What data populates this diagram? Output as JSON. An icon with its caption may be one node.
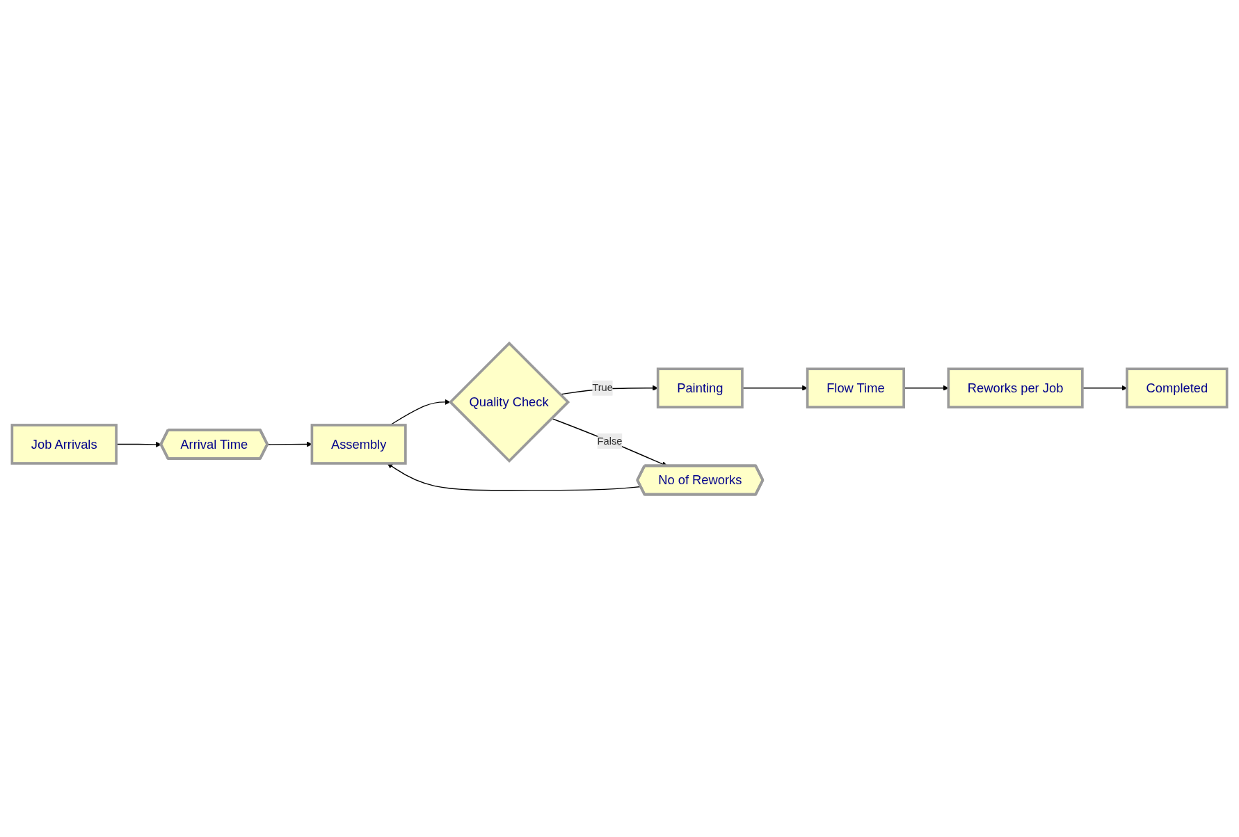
{
  "diagram": {
    "nodes": [
      {
        "text": [
          "Job Arrivals"
        ]
      },
      {
        "text": [
          "Arrival Time"
        ]
      },
      {
        "text": [
          "Assembly"
        ]
      },
      {
        "text": [
          "Quality Check"
        ]
      },
      {
        "text": [
          "Painting"
        ]
      },
      {
        "text": [
          "No of Reworks"
        ]
      },
      {
        "text": [
          "Flow Time"
        ]
      },
      {
        "text": [
          "Reworks per Job"
        ]
      },
      {
        "text": [
          "Completed"
        ]
      }
    ],
    "edges": [
      {
        "from": 0,
        "to": 1,
        "arrow": "to"
      },
      {
        "from": 1,
        "to": 2,
        "arrow": "to"
      },
      {
        "from": 2,
        "to": 3,
        "arrow": "to"
      },
      {
        "from": 3,
        "to": 4,
        "arrow": "to",
        "label": "True"
      },
      {
        "from": 3,
        "to": 5,
        "arrow": "to",
        "label": "False"
      },
      {
        "from": 5,
        "to": 2,
        "arrow": "to"
      },
      {
        "from": 4,
        "to": 6,
        "arrow": "to"
      },
      {
        "from": 6,
        "to": 7,
        "arrow": "to"
      },
      {
        "from": 7,
        "to": 8,
        "arrow": "to"
      }
    ]
  }
}
